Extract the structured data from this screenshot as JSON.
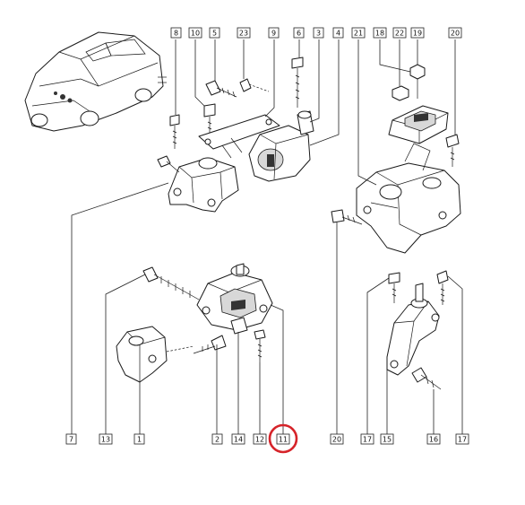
{
  "callouts_top": [
    "8",
    "10",
    "5",
    "23",
    "9",
    "6",
    "3",
    "4",
    "21",
    "18",
    "22",
    "19",
    "20"
  ],
  "callouts_bottom": [
    "7",
    "13",
    "1",
    "2",
    "14",
    "12",
    "11",
    "20",
    "17",
    "15",
    "16",
    "17"
  ],
  "highlight": {
    "label": "11",
    "color": "#d6242a"
  },
  "colors": {
    "line": "#1a1a1a",
    "background": "#ffffff"
  }
}
